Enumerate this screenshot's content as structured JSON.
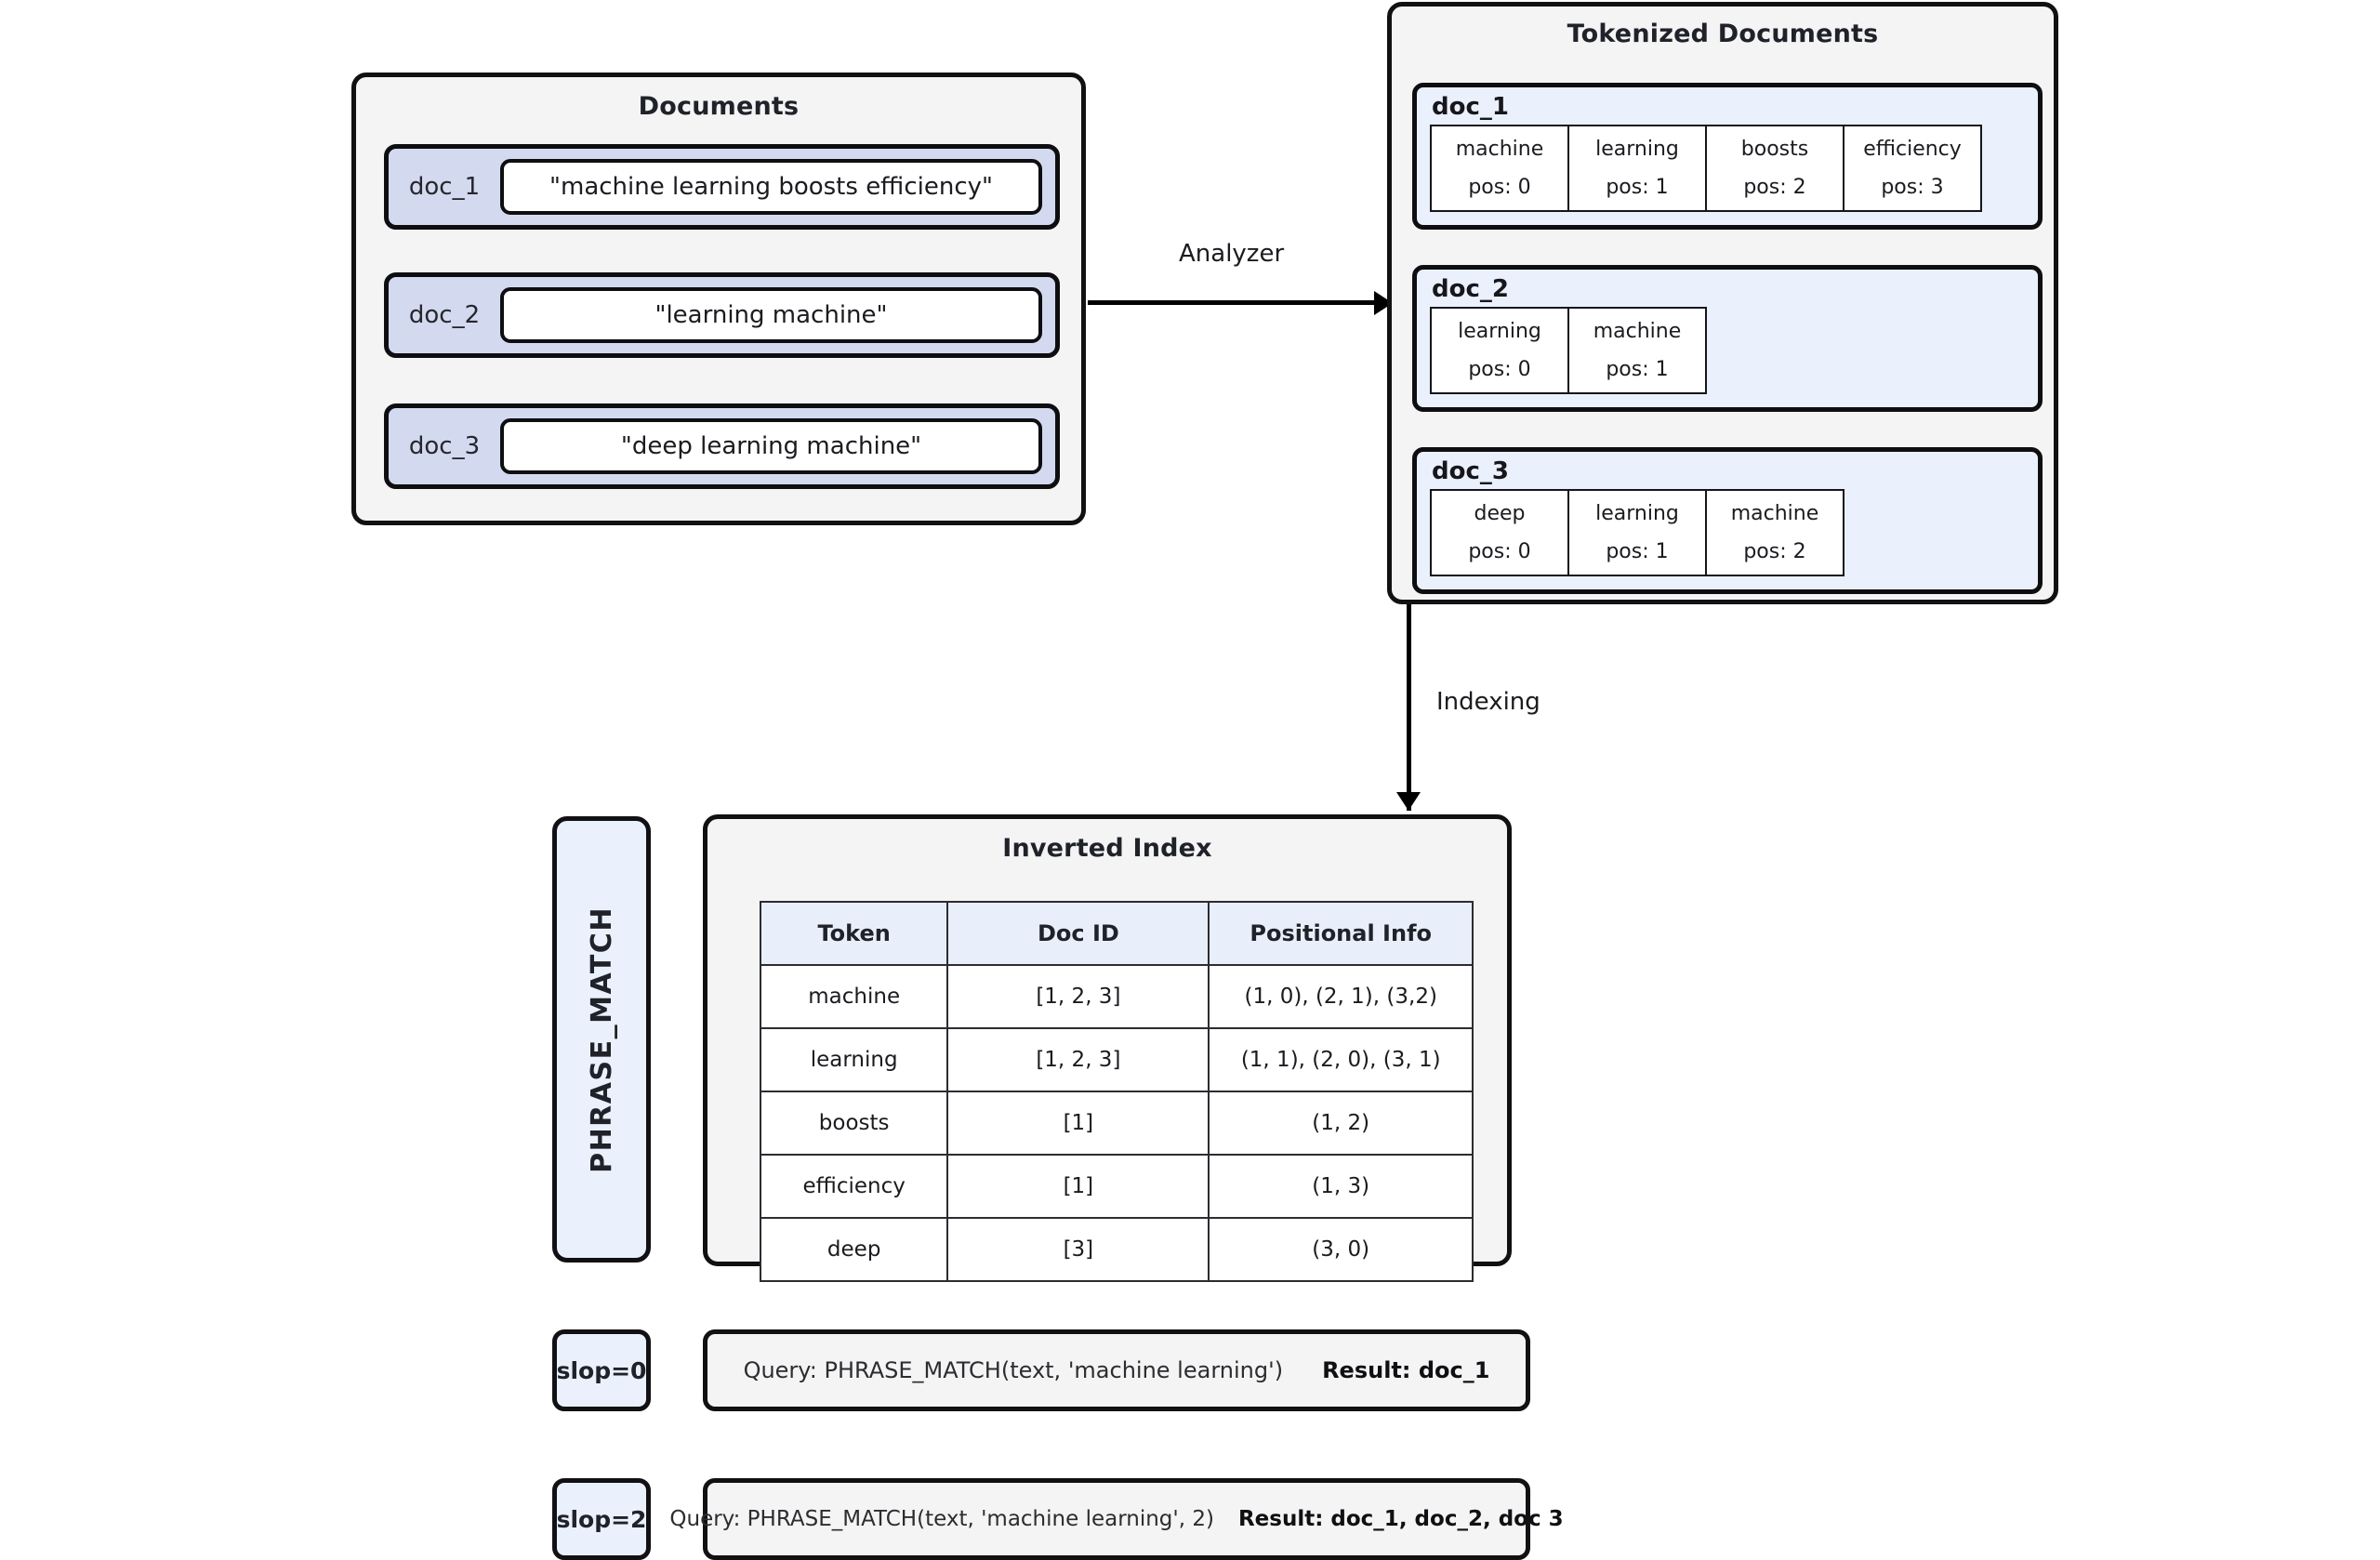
{
  "documents_panel": {
    "title": "Documents",
    "rows": [
      {
        "id": "doc_1",
        "text": "\"machine learning boosts efficiency\""
      },
      {
        "id": "doc_2",
        "text": "\"learning machine\""
      },
      {
        "id": "doc_3",
        "text": "\"deep learning machine\""
      }
    ]
  },
  "tokenized_panel": {
    "title": "Tokenized Documents",
    "docs": [
      {
        "id": "doc_1",
        "tokens": [
          {
            "term": "machine",
            "pos": "pos: 0"
          },
          {
            "term": "learning",
            "pos": "pos: 1"
          },
          {
            "term": "boosts",
            "pos": "pos: 2"
          },
          {
            "term": "efficiency",
            "pos": "pos: 3"
          }
        ]
      },
      {
        "id": "doc_2",
        "tokens": [
          {
            "term": "learning",
            "pos": "pos: 0"
          },
          {
            "term": "machine",
            "pos": "pos: 1"
          }
        ]
      },
      {
        "id": "doc_3",
        "tokens": [
          {
            "term": "deep",
            "pos": "pos: 0"
          },
          {
            "term": "learning",
            "pos": "pos: 1"
          },
          {
            "term": "machine",
            "pos": "pos: 2"
          }
        ]
      }
    ]
  },
  "arrows": {
    "analyzer_label": "Analyzer",
    "indexing_label": "Indexing"
  },
  "phrase_match_bar": {
    "label": "PHRASE_MATCH"
  },
  "inverted_index": {
    "title": "Inverted Index",
    "columns": [
      "Token",
      "Doc ID",
      "Positional Info"
    ],
    "rows": [
      {
        "token": "machine",
        "doc_id": "[1, 2, 3]",
        "positions": "(1, 0), (2, 1), (3,2)"
      },
      {
        "token": "learning",
        "doc_id": "[1, 2, 3]",
        "positions": "(1, 1), (2, 0), (3, 1)"
      },
      {
        "token": "boosts",
        "doc_id": "[1]",
        "positions": "(1, 2)"
      },
      {
        "token": "efficiency",
        "doc_id": "[1]",
        "positions": "(1, 3)"
      },
      {
        "token": "deep",
        "doc_id": "[3]",
        "positions": "(3, 0)"
      }
    ]
  },
  "slop_examples": [
    {
      "badge": "slop=0",
      "query": "Query: PHRASE_MATCH(text, 'machine learning')",
      "result": "Result: doc_1"
    },
    {
      "badge": "slop=2",
      "query": "Query: PHRASE_MATCH(text, 'machine learning', 2)",
      "result": "Result: doc_1, doc_2, doc 3"
    }
  ],
  "colors": {
    "panel_background": "#f4f4f4",
    "panel_border": "#111114",
    "document_row_background": "#d3daf0",
    "tokenized_doc_background": "#eaf0fc",
    "table_header_background": "#e8effb",
    "accent_badge_background": "#eaf1fc",
    "arrow": "#000000",
    "text": "#1b1b20"
  }
}
